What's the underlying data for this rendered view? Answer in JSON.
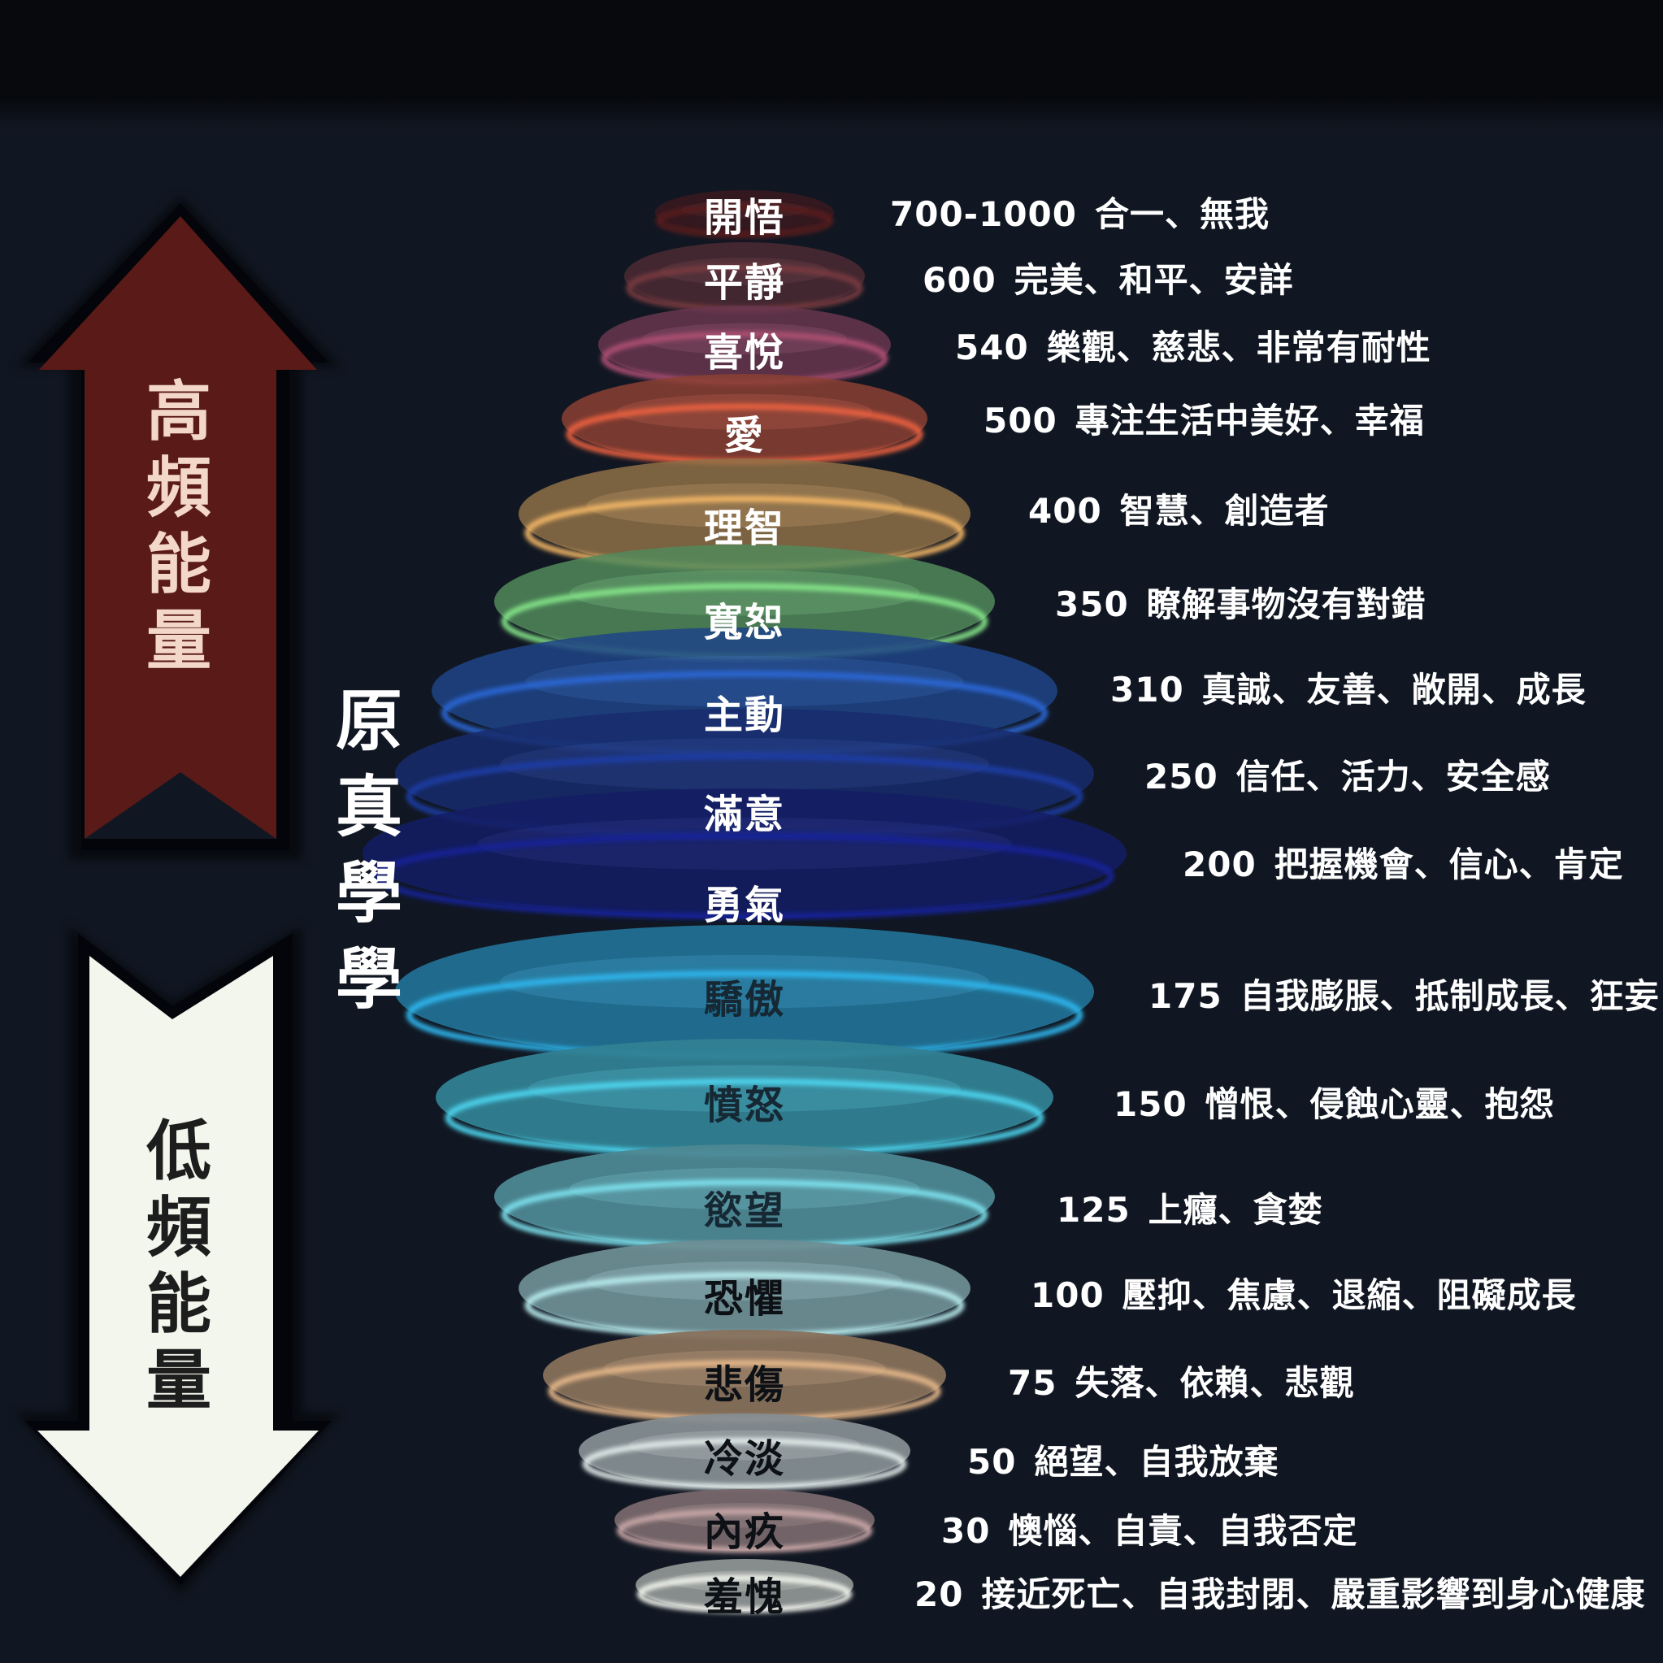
{
  "left_labels": {
    "high": "高頻能量",
    "low": "低頻能量"
  },
  "center_title": "原真學學",
  "colors": {
    "background": "#111722",
    "arrow_up": "#5a1a17",
    "arrow_down": "#f2f6ec",
    "arrow_outline": "#050608"
  },
  "levels": [
    {
      "name": "開悟",
      "value": "700-1000",
      "desc": "合一、無我",
      "color": "#5a1b1c"
    },
    {
      "name": "平靜",
      "value": "600",
      "desc": "完美、和平、安詳",
      "color": "#7a3a3f"
    },
    {
      "name": "喜悅",
      "value": "540",
      "desc": "樂觀、慈悲、非常有耐性",
      "color": "#b04f73"
    },
    {
      "name": "愛",
      "value": "500",
      "desc": "專注生活中美好、幸福",
      "color": "#ee6240"
    },
    {
      "name": "理智",
      "value": "400",
      "desc": "智慧、創造者",
      "color": "#f5b866"
    },
    {
      "name": "寬恕",
      "value": "350",
      "desc": "瞭解事物沒有對錯",
      "color": "#86e88a"
    },
    {
      "name": "主動",
      "value": "310",
      "desc": "真誠、友善、敞開、成長",
      "color": "#2a68d8"
    },
    {
      "name": "滿意",
      "value": "250",
      "desc": "信任、活力、安全感",
      "color": "#1b3ca8"
    },
    {
      "name": "勇氣",
      "value": "200",
      "desc": "把握機會、信心、肯定",
      "color": "#17219a"
    },
    {
      "name": "驕傲",
      "value": "175",
      "desc": "自我膨脹、抵制成長、狂妄",
      "color": "#2fb8f0"
    },
    {
      "name": "憤怒",
      "value": "150",
      "desc": "憎恨、侵蝕心靈、抱怨",
      "color": "#4dd8f2"
    },
    {
      "name": "慾望",
      "value": "125",
      "desc": "上癮、貪婪",
      "color": "#7ee4f0"
    },
    {
      "name": "恐懼",
      "value": "100",
      "desc": "壓抑、焦慮、退縮、阻礙成長",
      "color": "#b9eef0"
    },
    {
      "name": "悲傷",
      "value": "75",
      "desc": "失落、依賴、悲觀",
      "color": "#e8b98a"
    },
    {
      "name": "冷淡",
      "value": "50",
      "desc": "絕望、自我放棄",
      "color": "#e4eeec"
    },
    {
      "name": "內疚",
      "value": "30",
      "desc": "懊惱、自責、自我否定",
      "color": "#caa8a8"
    },
    {
      "name": "羞愧",
      "value": "20",
      "desc": "接近死亡、自我封閉、嚴重影響到身心健康",
      "color": "#f4f6ee"
    }
  ]
}
